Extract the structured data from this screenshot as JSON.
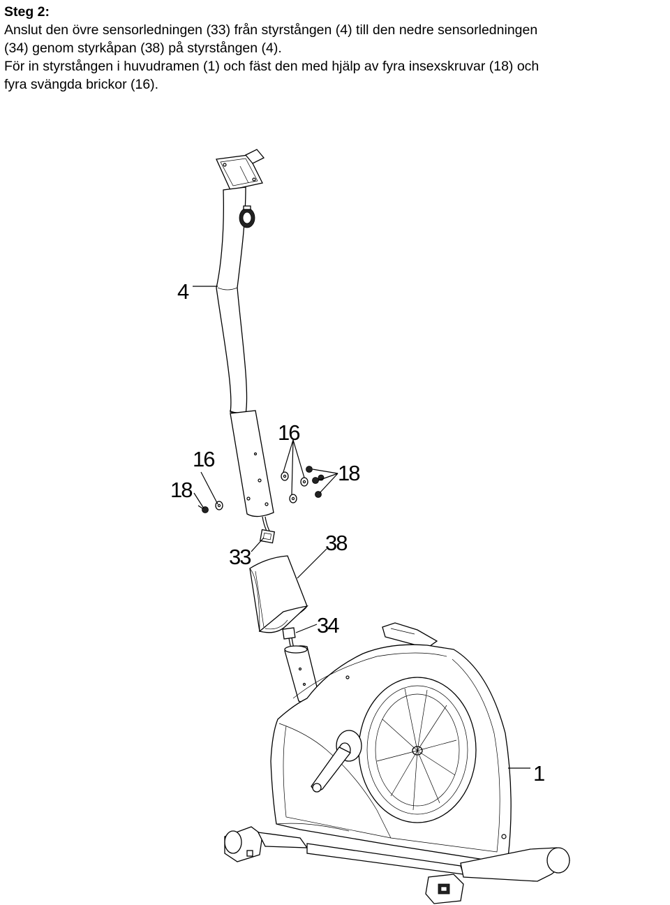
{
  "step": {
    "title": "Steg 2:",
    "line1": "Anslut den övre sensorledningen (33) från styrstången (4) till den nedre sensorledningen",
    "line2": "(34) genom styrkåpan (38) på styrstången (4).",
    "line3": "För in styrstången i huvudramen (1) och fäst den med hjälp av fyra insexskruvar (18) och",
    "line4": "fyra svängda brickor (16)."
  },
  "callouts": {
    "handlebar": "4",
    "washer_left": "16",
    "screw_left": "18",
    "washer_right": "16",
    "screw_right": "18",
    "upper_sensor_wire": "33",
    "cover": "38",
    "lower_sensor_wire": "34",
    "main_frame": "1"
  }
}
